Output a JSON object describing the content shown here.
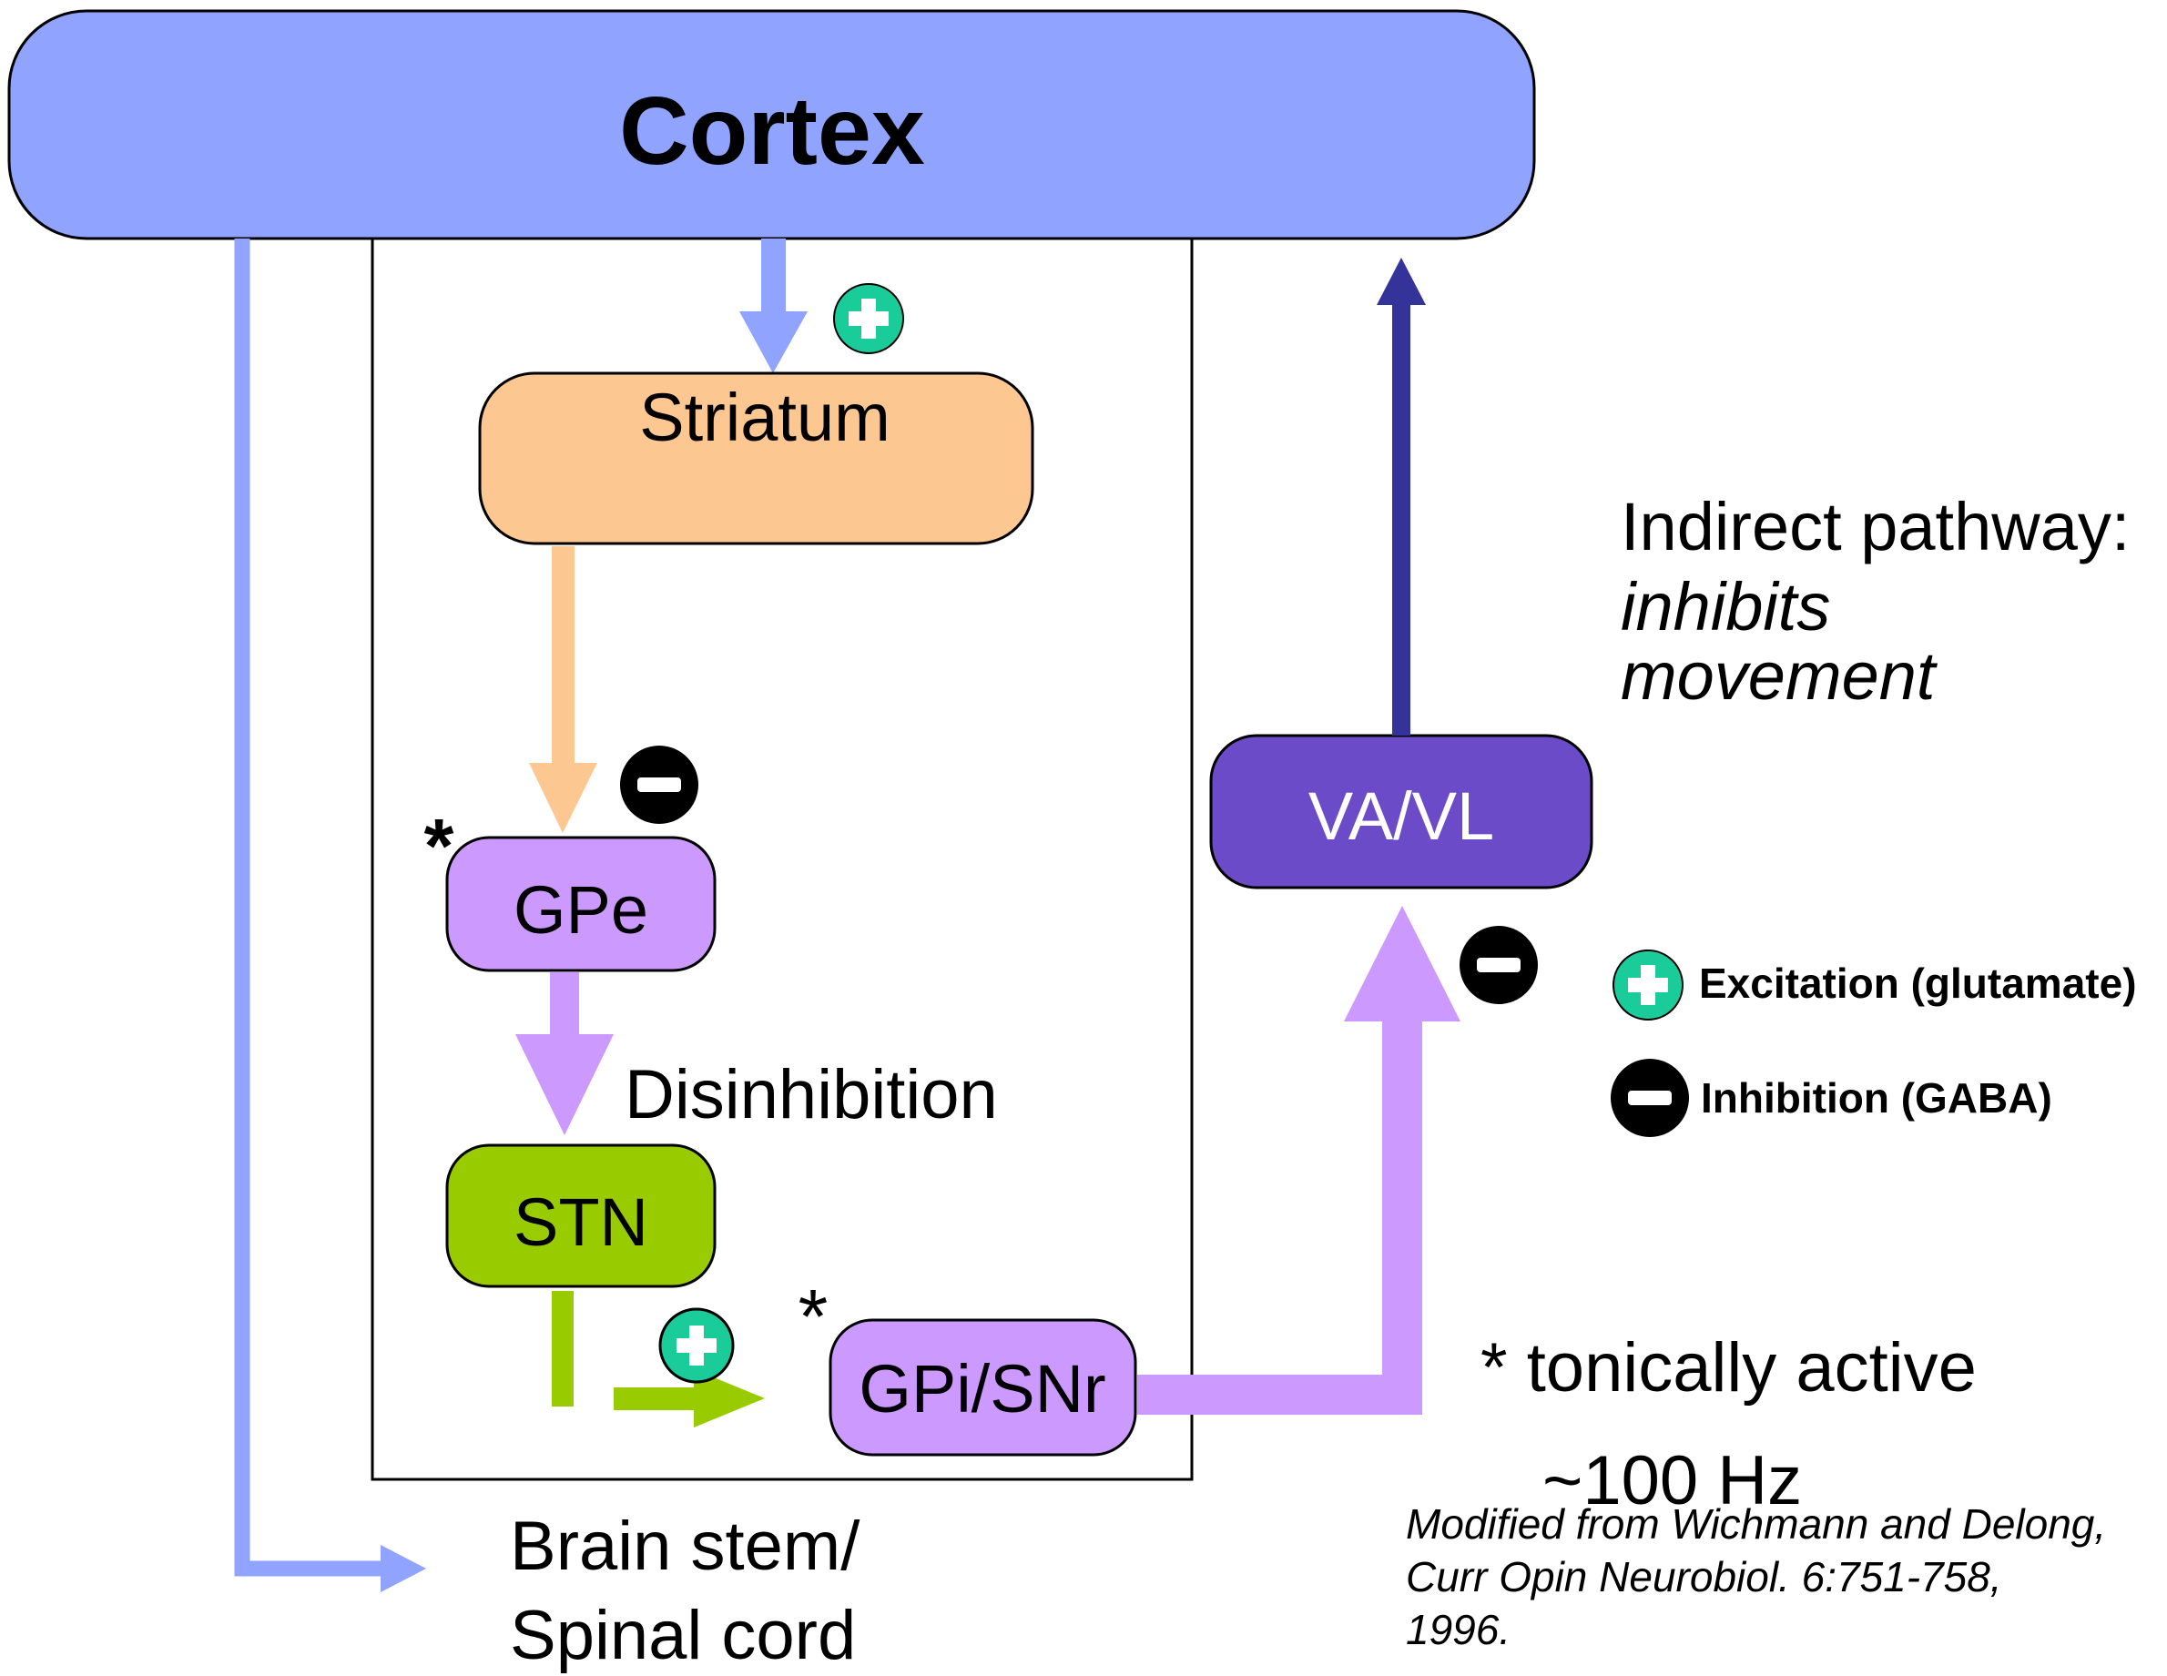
{
  "nodes": {
    "cortex": "Cortex",
    "striatum": "Striatum",
    "gpe": "GPe",
    "stn": "STN",
    "gpi_snr": "GPi/SNr",
    "va_vl": "VA/VL"
  },
  "labels": {
    "disinhibition": "Disinhibition",
    "brain_stem_line1": "Brain stem/",
    "brain_stem_line2": "Spinal cord",
    "asterisk": "*"
  },
  "pathway": {
    "title": "Indirect pathway:",
    "effect_line1": "inhibits",
    "effect_line2": "movement"
  },
  "legend": {
    "excitation": "Excitation (glutamate)",
    "inhibition": "Inhibition (GABA)"
  },
  "note": {
    "line1": "* tonically active",
    "line2": "~100 Hz"
  },
  "citation": {
    "line1": "Modified from Wichmann and Delong,",
    "line2": "Curr Opin Neurobiol. 6:751-758,",
    "line3": "1996."
  },
  "colors": {
    "cortex": "#8FA3FF",
    "striatum": "#FDC792",
    "gpe": "#CC99FF",
    "stn": "#99CC00",
    "gpi_snr": "#CC99FF",
    "va_vl": "#6B4BC8",
    "va_vl_arrow": "#333399",
    "excitation": "#1ACC99",
    "inhibition": "#000000"
  }
}
